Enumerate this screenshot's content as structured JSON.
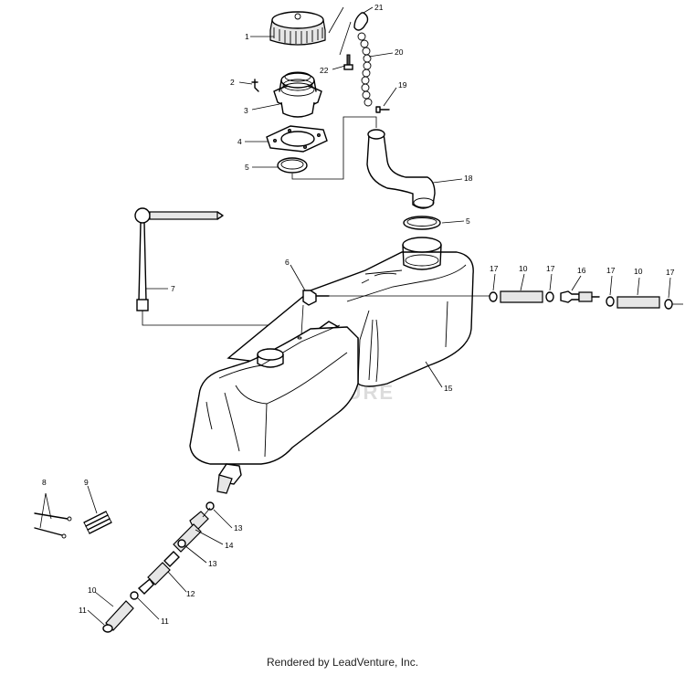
{
  "watermark": "LEADVENTURE",
  "footer": "Rendered by LeadVenture, Inc.",
  "callouts": {
    "c1": "1",
    "c2": "2",
    "c3": "3",
    "c4": "4",
    "c5a": "5",
    "c5b": "5",
    "c6": "6",
    "c7": "7",
    "c8": "8",
    "c9": "9",
    "c10a": "10",
    "c10b": "10",
    "c10c": "10",
    "c11a": "11",
    "c11b": "11",
    "c12": "12",
    "c13a": "13",
    "c13b": "13",
    "c14": "14",
    "c15": "15",
    "c16": "16",
    "c17a": "17",
    "c17b": "17",
    "c17c": "17",
    "c17d": "17",
    "c18": "18",
    "c19": "19",
    "c20": "20",
    "c21": "21",
    "c22": "22"
  }
}
